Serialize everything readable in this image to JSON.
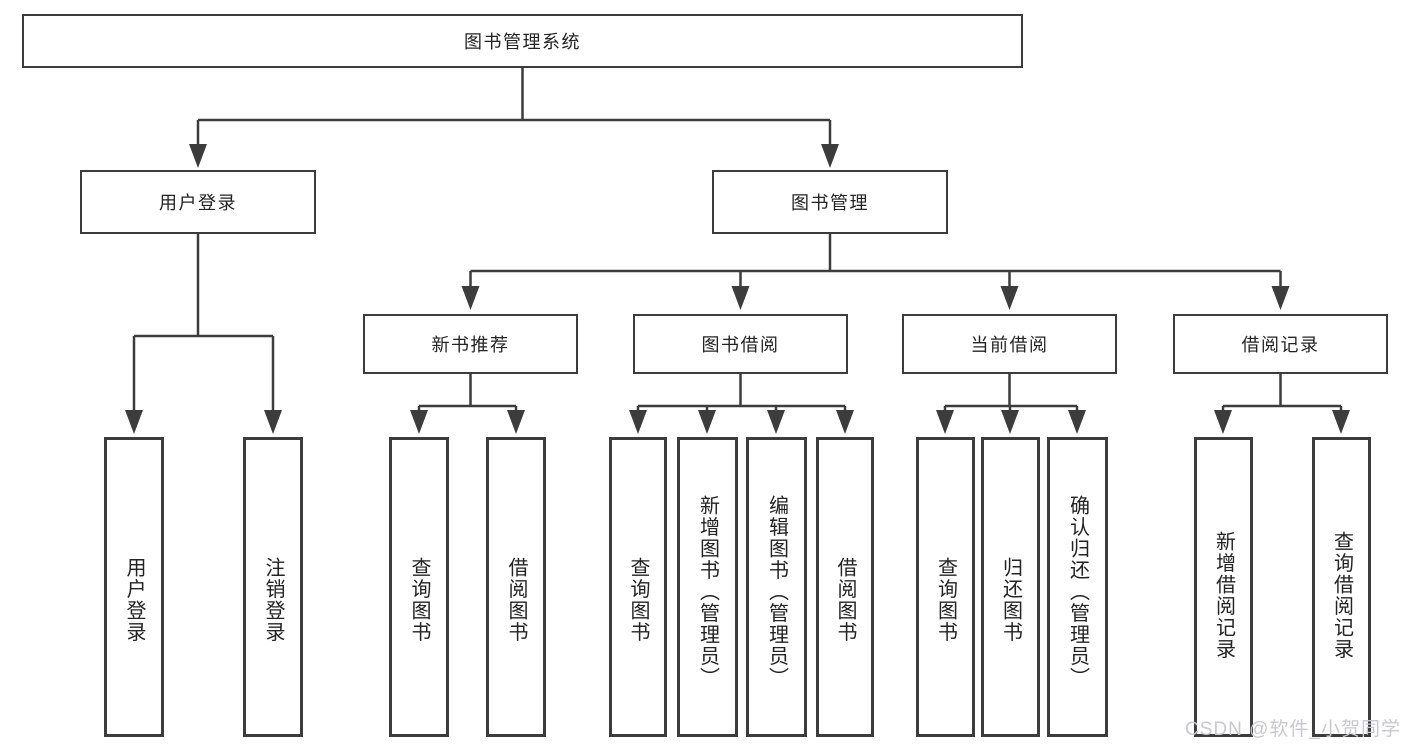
{
  "diagram": {
    "root": {
      "label": "图书管理系统"
    },
    "branches": [
      {
        "label": "用户登录",
        "children": [
          {
            "label": "用户登录"
          },
          {
            "label": "注销登录"
          }
        ]
      },
      {
        "label": "图书管理",
        "children": [
          {
            "label": "新书推荐",
            "children": [
              {
                "label": "查询图书"
              },
              {
                "label": "借阅图书"
              }
            ]
          },
          {
            "label": "图书借阅",
            "children": [
              {
                "label": "查询图书"
              },
              {
                "label": "新增图书（管理员）"
              },
              {
                "label": "编辑图书（管理员）"
              },
              {
                "label": "借阅图书"
              }
            ]
          },
          {
            "label": "当前借阅",
            "children": [
              {
                "label": "查询图书"
              },
              {
                "label": "归还图书"
              },
              {
                "label": "确认归还（管理员）"
              }
            ]
          },
          {
            "label": "借阅记录",
            "children": [
              {
                "label": "新增借阅记录"
              },
              {
                "label": "查询借阅记录"
              }
            ]
          }
        ]
      }
    ]
  },
  "watermark": {
    "text": "CSDN @软件_小贺同学"
  },
  "colors": {
    "line": "#3c3c3c",
    "box_border": "#3c3c3c",
    "box_fill": "#ffffff",
    "text": "#232323",
    "background": "#ffffff",
    "watermark": "#c8c8d0"
  }
}
